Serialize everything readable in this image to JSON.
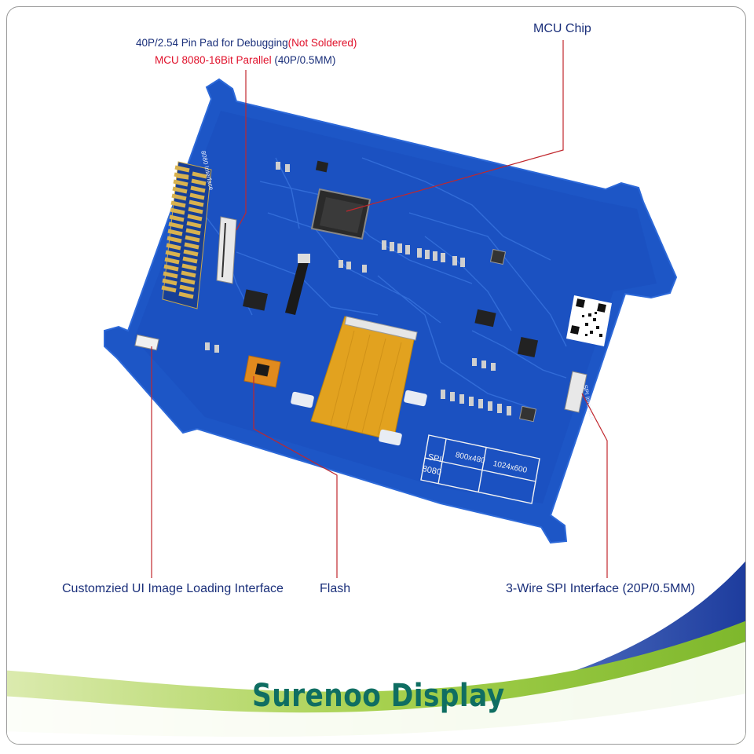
{
  "callouts": {
    "debug_pad_prefix": "40P/2.54 Pin Pad for Debugging",
    "debug_pad_suffix": "(Not Soldered)",
    "mcu_parallel_red": "MCU 8080-16Bit Parallel",
    "mcu_parallel_suffix": " (40P/0.5MM)",
    "mcu_chip": "MCU Chip",
    "ui_image_interface": "Customzied UI Image Loading Interface",
    "flash": "Flash",
    "spi_interface": "3-Wire SPI Interface (20P/0.5MM)"
  },
  "board": {
    "silk_8080_interface": "8080 Interface",
    "silk_spi_interface": "SPI Interface",
    "resolution_table": {
      "row_labels": [
        "SPI",
        "8080"
      ],
      "col_headers": [
        "800x480",
        "1024x600"
      ]
    }
  },
  "brand": "Surenoo Display",
  "colors": {
    "board_blue": "#1d56c6",
    "callout_text": "#1a2f7a",
    "callout_red": "#e0102a",
    "leader_line": "#c0272d",
    "brand_text": "#0f6e62",
    "swoosh_green": "#8cc63f",
    "swoosh_blue": "#1f3fa0"
  }
}
